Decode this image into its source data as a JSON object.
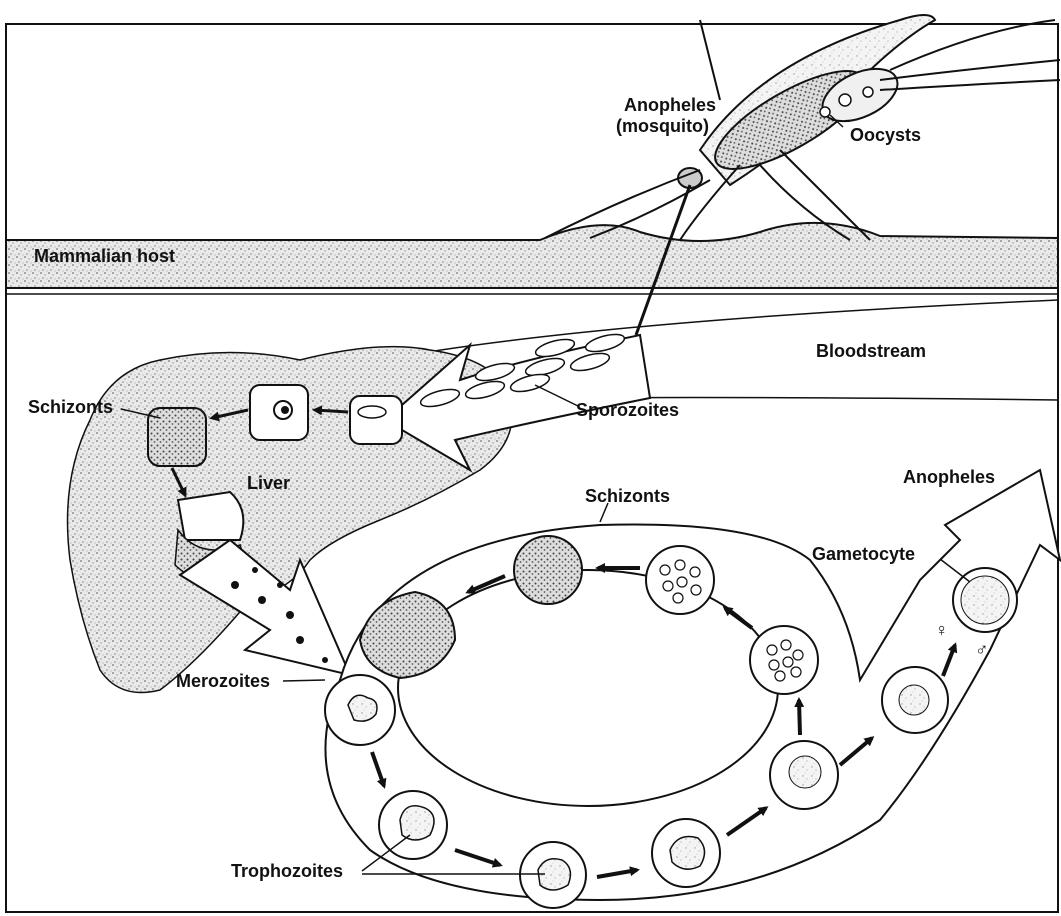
{
  "labels": {
    "mosquito_line1": "Anopheles",
    "mosquito_line2": "(mosquito)",
    "oocysts": "Oocysts",
    "mammalian_host": "Mammalian host",
    "bloodstream": "Bloodstream",
    "sporozoites": "Sporozoites",
    "schizonts_liver": "Schizonts",
    "liver": "Liver",
    "schizonts_blood": "Schizonts",
    "anopheles_exit": "Anopheles",
    "gametocyte": "Gametocyte",
    "merozoites": "Merozoites",
    "trophozoites": "Trophozoites",
    "female_symbol": "♀",
    "male_symbol": "♂"
  }
}
